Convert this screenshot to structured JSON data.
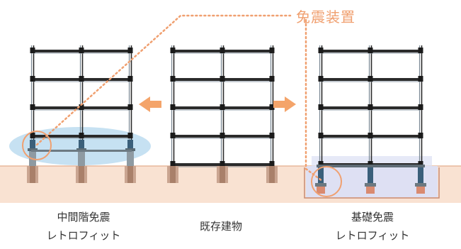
{
  "callout": {
    "label": "免震装置"
  },
  "captions": [
    {
      "line1": "中間階免震",
      "line2": "レトロフィット"
    },
    {
      "line1": "既存建物",
      "line2": ""
    },
    {
      "line1": "基礎免震",
      "line2": "レトロフィット"
    }
  ],
  "colors": {
    "frame": "#222222",
    "beam_edge": "#6f7c86",
    "ground": "#f9e2d2",
    "ground_line": "#e2a98a",
    "accent": "#f0a070",
    "isolation_zone": "#bcdcf0",
    "isolation_zone_base": "#d8dcf2",
    "isolator": "#3a5f7a",
    "footing": "#c9a48f"
  },
  "icons": [
    "arrow-left-icon",
    "arrow-right-icon"
  ]
}
